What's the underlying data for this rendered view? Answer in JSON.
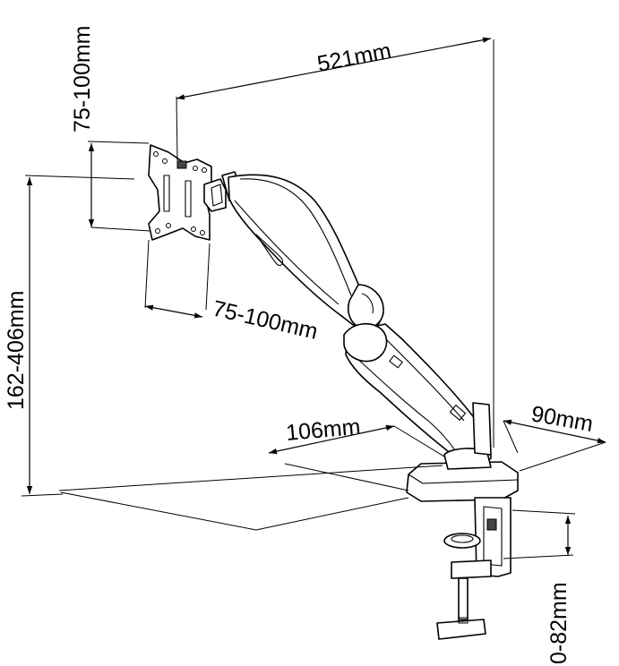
{
  "dimensions": {
    "overall_length": "521mm",
    "vesa_vertical": "75-100mm",
    "vesa_horizontal": "75-100mm",
    "height_range": "162-406mm",
    "base_front": "106mm",
    "base_back": "90mm",
    "clamp_range": "0-82mm"
  }
}
